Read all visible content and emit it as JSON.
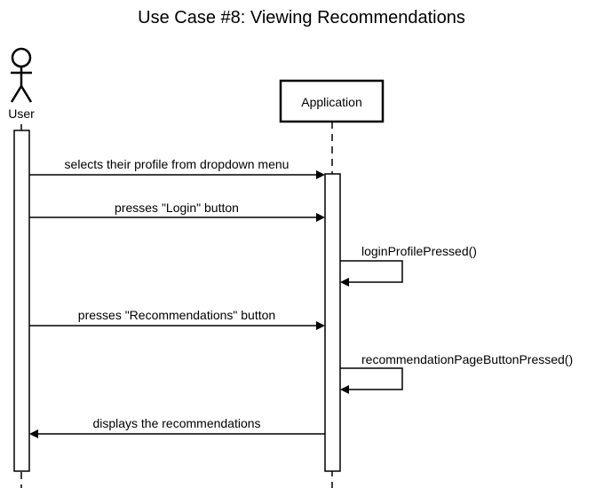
{
  "title": "Use Case #8: Viewing Recommendations",
  "participants": [
    {
      "id": "user",
      "label": "User",
      "kind": "actor"
    },
    {
      "id": "app",
      "label": "Application",
      "kind": "box"
    }
  ],
  "messages": [
    {
      "from": "user",
      "to": "app",
      "label": "selects their profile from dropdown menu"
    },
    {
      "from": "user",
      "to": "app",
      "label": "presses \"Login\" button"
    },
    {
      "from": "app",
      "to": "app",
      "label": "loginProfilePressed()"
    },
    {
      "from": "user",
      "to": "app",
      "label": "presses \"Recommendations\" button"
    },
    {
      "from": "app",
      "to": "app",
      "label": "recommendationPageButtonPressed()"
    },
    {
      "from": "app",
      "to": "user",
      "label": "displays the recommendations"
    }
  ]
}
